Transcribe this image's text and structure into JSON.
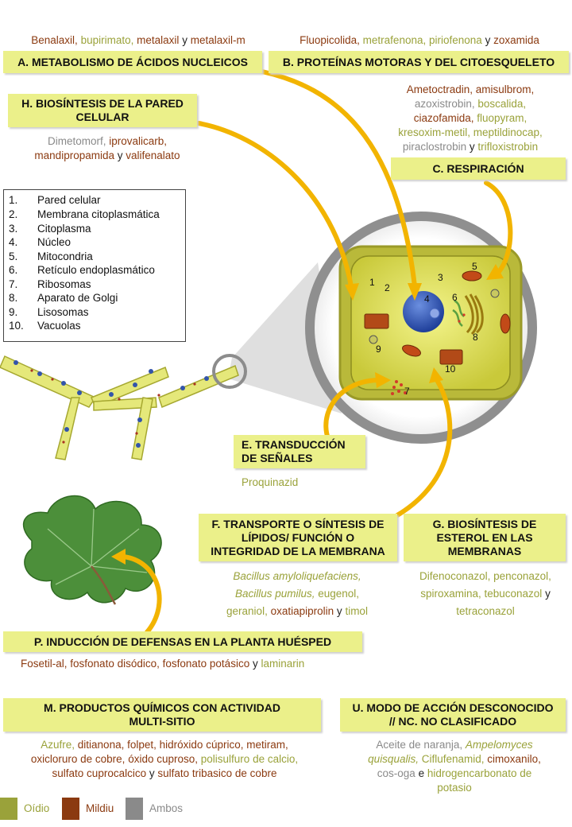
{
  "colors": {
    "oidio": "#9aa23a",
    "mildiu": "#8b3a10",
    "ambos": "#8a8a8a",
    "header_bg": "#ebf08a",
    "arrow": "#f2b400"
  },
  "A": {
    "title": "A. METABOLISMO DE ÁCIDOS NUCLEICOS",
    "t1": "Benalaxil,",
    "t2": "bupirimato,",
    "t3": "metalaxil",
    "t4": "y",
    "t5": "metalaxil-m"
  },
  "B": {
    "title": "B. PROTEÍNAS MOTORAS Y DEL CITOESQUELETO",
    "t1": "Fluopicolida,",
    "t2": "metrafenona,",
    "t3": "piriofenona",
    "t4": "y",
    "t5": "zoxamida"
  },
  "H": {
    "title_1": "H. BIOSÍNTESIS DE LA PARED",
    "title_2": "CELULAR",
    "t1": "Dimetomorf,",
    "t2": "iprovalicarb,",
    "t3": "mandipropamida",
    "t4": "y",
    "t5": "valifenalato"
  },
  "C": {
    "title": "C. RESPIRACIÓN",
    "t1": "Ametoctradin,",
    "t2": "amisulbrom,",
    "t3": "azoxistrobin,",
    "t4": "boscalida,",
    "t5": "ciazofamida,",
    "t6": "fluopyram,",
    "t7": "kresoxim-metil,",
    "t8": "meptildinocap,",
    "t9": "piraclostrobin",
    "t10": "y",
    "t11": "trifloxistrobin"
  },
  "legend_items": [
    {
      "n": "1.",
      "label": "Pared celular"
    },
    {
      "n": "2.",
      "label": "Membrana citoplasmática"
    },
    {
      "n": "3.",
      "label": "Citoplasma"
    },
    {
      "n": "4.",
      "label": "Núcleo"
    },
    {
      "n": "5.",
      "label": "Mitocondria"
    },
    {
      "n": "6.",
      "label": "Retículo endoplasmático"
    },
    {
      "n": "7.",
      "label": "Ribosomas"
    },
    {
      "n": "8.",
      "label": "Aparato de Golgi"
    },
    {
      "n": "9.",
      "label": "Lisosomas"
    },
    {
      "n": "10.",
      "label": "Vacuolas"
    }
  ],
  "cell_labels": [
    "1",
    "2",
    "3",
    "4",
    "5",
    "6",
    "7",
    "8",
    "9",
    "10"
  ],
  "E": {
    "title_1": "E. TRANSDUCCIÓN",
    "title_2": "DE SEÑALES",
    "t1": "Proquinazid"
  },
  "F": {
    "title_1": "F. TRANSPORTE O SÍNTESIS DE",
    "title_2": "LÍPIDOS/ FUNCIÓN O",
    "title_3": "INTEGRIDAD DE LA MEMBRANA",
    "t1": "Bacillus amyloliquefaciens,",
    "t2": "Bacillus pumilus,",
    "t3": "eugenol,",
    "t4": "geraniol,",
    "t5": "oxatiapiprolin",
    "t6": "y",
    "t7": "timol"
  },
  "G": {
    "title_1": "G. BIOSÍNTESIS DE",
    "title_2": "ESTEROL EN LAS",
    "title_3": "MEMBRANAS",
    "t1": "Difenoconazol,",
    "t2": "penconazol,",
    "t3": "spiroxamina,",
    "t4": "tebuconazol",
    "t5": "y",
    "t6": "tetraconazol"
  },
  "P": {
    "title": "P. INDUCCIÓN DE DEFENSAS EN LA PLANTA HUÉSPED",
    "t1": "Fosetil-al,",
    "t2": "fosfonato disódico,",
    "t3": "fosfonato potásico",
    "t4": "y",
    "t5": "laminarin"
  },
  "M": {
    "title_1": "M. PRODUCTOS QUÍMICOS CON ACTIVIDAD",
    "title_2": "MULTI-SITIO",
    "t1": "Azufre,",
    "t2": "ditianona,",
    "t3": "folpet,",
    "t4": "hidróxido cúprico,",
    "t5": "metiram,",
    "t6": "oxicloruro de cobre,",
    "t7": "óxido cuproso,",
    "t8": "polisulfuro de calcio,",
    "t9": "sulfato cuprocalcico",
    "t10": "y",
    "t11": "sulfato tribasico de cobre"
  },
  "U": {
    "title_1": "U. MODO DE ACCIÓN DESCONOCIDO",
    "title_2": "// NC. NO CLASIFICADO",
    "t1": "Aceite de naranja,",
    "t2": "Ampelomyces",
    "t3": "quisqualis,",
    "t4": "Ciflufenamid,",
    "t5": "cimoxanilo,",
    "t6": "cos-oga",
    "t7": "e",
    "t8": "hidrogencarbonato de",
    "t9": "potasio"
  },
  "key": {
    "oidio": "Oídio",
    "mildiu": "Mildiu",
    "ambos": "Ambos"
  }
}
